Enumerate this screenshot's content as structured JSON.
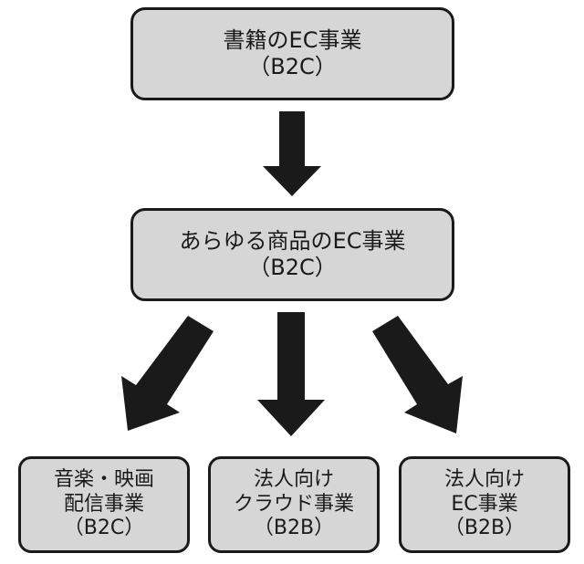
{
  "nodes": {
    "top": {
      "line1": "書籍のEC事業",
      "line2": "（B2C）"
    },
    "middle": {
      "line1": "あらゆる商品のEC事業",
      "line2": "（B2C）"
    },
    "music": {
      "line1": "音楽・映画",
      "line2": "配信事業",
      "line3": "（B2C）"
    },
    "cloud": {
      "line1": "法人向け",
      "line2": "クラウド事業",
      "line3": "（B2B）"
    },
    "b2b": {
      "line1": "法人向け",
      "line2": "EC事業",
      "line3": "（B2B）"
    }
  },
  "colors": {
    "box_fill": "#d6d6d6",
    "box_border": "#1a1a1a",
    "arrow_fill": "#1a1a1a"
  }
}
